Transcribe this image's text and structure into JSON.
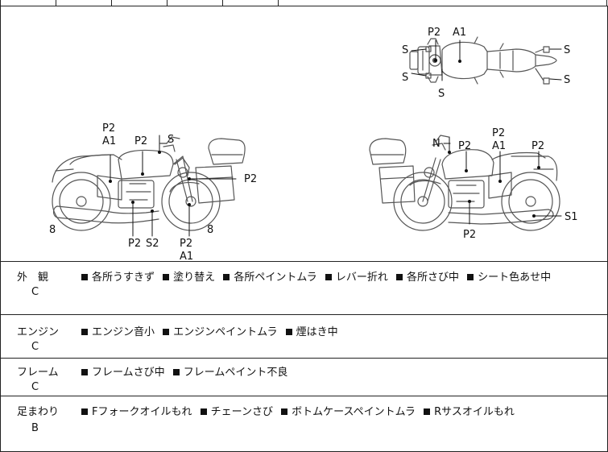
{
  "top_view": {
    "labels": {
      "p2": "P2",
      "a1": "A1",
      "s_tl": "S",
      "s_bl": "S",
      "s_b": "S",
      "s_tr": "S",
      "s_br": "S"
    }
  },
  "left_view": {
    "labels": {
      "p2_top": "P2",
      "a1_top": "A1",
      "p2_tank": "P2",
      "s_top": "S",
      "p2_side": "P2",
      "eight_left": "8",
      "eight_right": "8",
      "p2_bot1": "P2",
      "s2_bot": "S2",
      "p2_bot2": "P2",
      "a1_bot": "A1"
    }
  },
  "right_view": {
    "labels": {
      "n_top": "N",
      "p2_tank": "P2",
      "p2_mid": "P2",
      "a1_mid": "A1",
      "p2_rear": "P2",
      "s1": "S1",
      "p2_bot": "P2"
    }
  },
  "sections": [
    {
      "category": "外　観",
      "grade": "C",
      "items": [
        "各所うすきず",
        "塗り替え",
        "各所ペイントムラ",
        "レバー折れ",
        "各所さび中",
        "シート色あせ中"
      ]
    },
    {
      "category": "エンジン",
      "grade": "C",
      "items": [
        "エンジン音小",
        "エンジンペイントムラ",
        "煙はき中"
      ]
    },
    {
      "category": "フレーム",
      "grade": "C",
      "items": [
        "フレームさび中",
        "フレームペイント不良"
      ]
    },
    {
      "category": "足まわり",
      "grade": "B",
      "items": [
        "Fフォークオイルもれ",
        "チェーンさび",
        "ボトムケースペイントムラ",
        "Rサスオイルもれ"
      ]
    }
  ]
}
